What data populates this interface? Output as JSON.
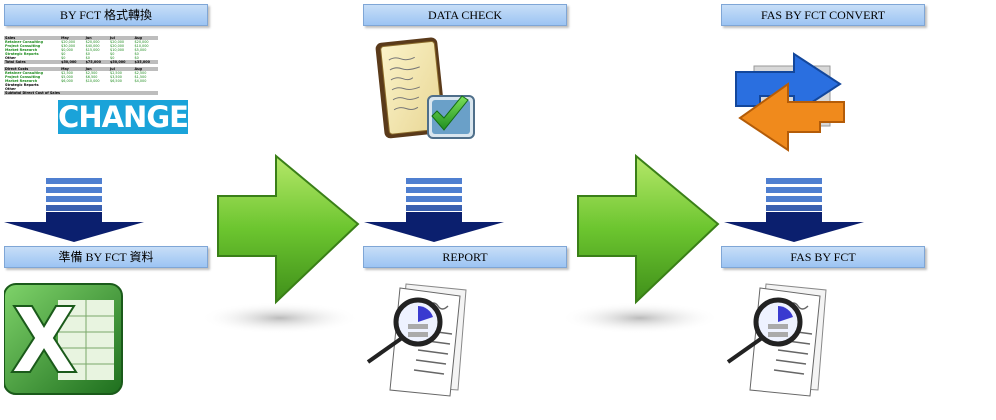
{
  "labels": {
    "fct_convert": "BY FCT 格式轉換",
    "data_check": "DATA CHECK",
    "fas_convert": "FAS BY FCT CONVERT",
    "prepare": "準備 BY FCT 資料",
    "report": "REPORT",
    "fas_by_fct": "FAS BY FCT"
  },
  "sheet": {
    "headers": [
      "Sales",
      "May",
      "Jun",
      "Jul",
      "Aug"
    ],
    "rows": [
      [
        "Retainer Consulting",
        "$20,000",
        "$20,000",
        "$20,000",
        "$20,000"
      ],
      [
        "Project Consulting",
        "$30,000",
        "$40,000",
        "$20,000",
        "$10,000"
      ],
      [
        "Market Research",
        "$0,000",
        "$15,000",
        "$10,000",
        "$5,000"
      ],
      [
        "Strategic Reports",
        "$0",
        "$0",
        "$0",
        "$0"
      ],
      [
        "Other",
        "$0",
        "$0",
        "$0",
        "$0"
      ]
    ],
    "total": [
      "Total Sales",
      "$50,000",
      "$75,000",
      "$50,000",
      "$35,000"
    ],
    "headers2": [
      "Direct Costs",
      "May",
      "Jun",
      "Jul",
      "Aug"
    ],
    "rows2": [
      [
        "Retainer Consulting",
        "$2,500",
        "$2,500",
        "$2,500",
        "$2,500"
      ],
      [
        "Project Consulting",
        "$5,000",
        "$6,500",
        "$3,500",
        "$1,500"
      ],
      [
        "Market Research",
        "$6,000",
        "$10,000",
        "$6,500",
        "$4,000"
      ],
      [
        "Strategic Reports",
        "",
        "",
        "",
        ""
      ],
      [
        "Other",
        "",
        "",
        "",
        ""
      ]
    ],
    "subtotal": [
      "Subtotal Direct Cost of Sales",
      "",
      "",
      "",
      ""
    ],
    "banner": "CHANGE"
  },
  "colors": {
    "label_fill": "#9cc4f3",
    "flow_arrow": "#5fb82a",
    "down_arrow": "#0b1f6e",
    "excel_green": "#2e8b2e",
    "convert_blue": "#2a6fe0",
    "convert_orange": "#f08a1c"
  },
  "icons": [
    "spreadsheet-image",
    "notepad-check-icon",
    "convert-arrows-icon",
    "excel-icon",
    "report-magnifier-icon"
  ]
}
